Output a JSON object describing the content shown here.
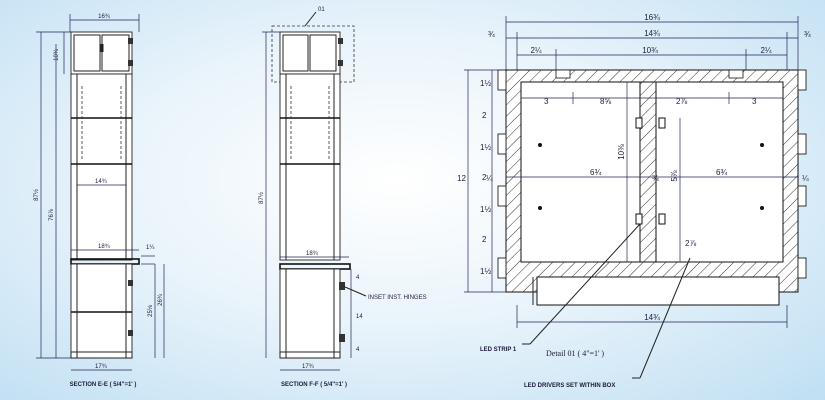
{
  "section_ee": {
    "title": "SECTION E-E ( 5/4\"=1' )",
    "dims": {
      "top_width": "16¾",
      "upper_height": "10¾",
      "overall_height_outer": "87½",
      "overall_height_inner": "76⅞",
      "shelf_width": "14¾",
      "counter_width": "18¾",
      "counter_thick": "1¼",
      "lower_height": "25⅛",
      "lower_outer": "26¾",
      "base_width": "17¾"
    }
  },
  "section_ff": {
    "title": "SECTION F-F ( 5/4\"=1' )",
    "callout": "01",
    "dims": {
      "overall_height": "87½",
      "counter_width": "18¾",
      "base_width": "17¾",
      "hinge_top": "4",
      "hinge_span": "14",
      "hinge_bottom": "4"
    },
    "hinge_note": "INSET INST. HINGES"
  },
  "detail": {
    "title": "Detail 01 ( 4\"=1' )",
    "dims": {
      "overall_top": "16¾",
      "left_offset": "¾",
      "inner_top": "14¾",
      "right_offset": "¾",
      "seg_left": "2¼",
      "seg_mid": "10¾",
      "seg_right": "2¼",
      "inner_left": "3",
      "inner_gap": "8⅝",
      "inner_mid_right": "2⅞",
      "inner_right": "3",
      "left_stack": [
        "1½",
        "2",
        "1½",
        "2",
        "1½",
        "2",
        "1½"
      ],
      "overall_height": "12",
      "vert_10": "10⅜",
      "mid_left": "¼",
      "mid_a": "6¾",
      "mid_b": "¾",
      "vert_5": "5⅞",
      "mid_c": "6¾",
      "mid_right": "¼",
      "lower_small": "2⅞",
      "bottom_width": "14¾"
    },
    "notes": {
      "led_strip": "LED STRIP 1",
      "led_drivers": "LED DRIVERS SET WITHIN BOX"
    }
  }
}
